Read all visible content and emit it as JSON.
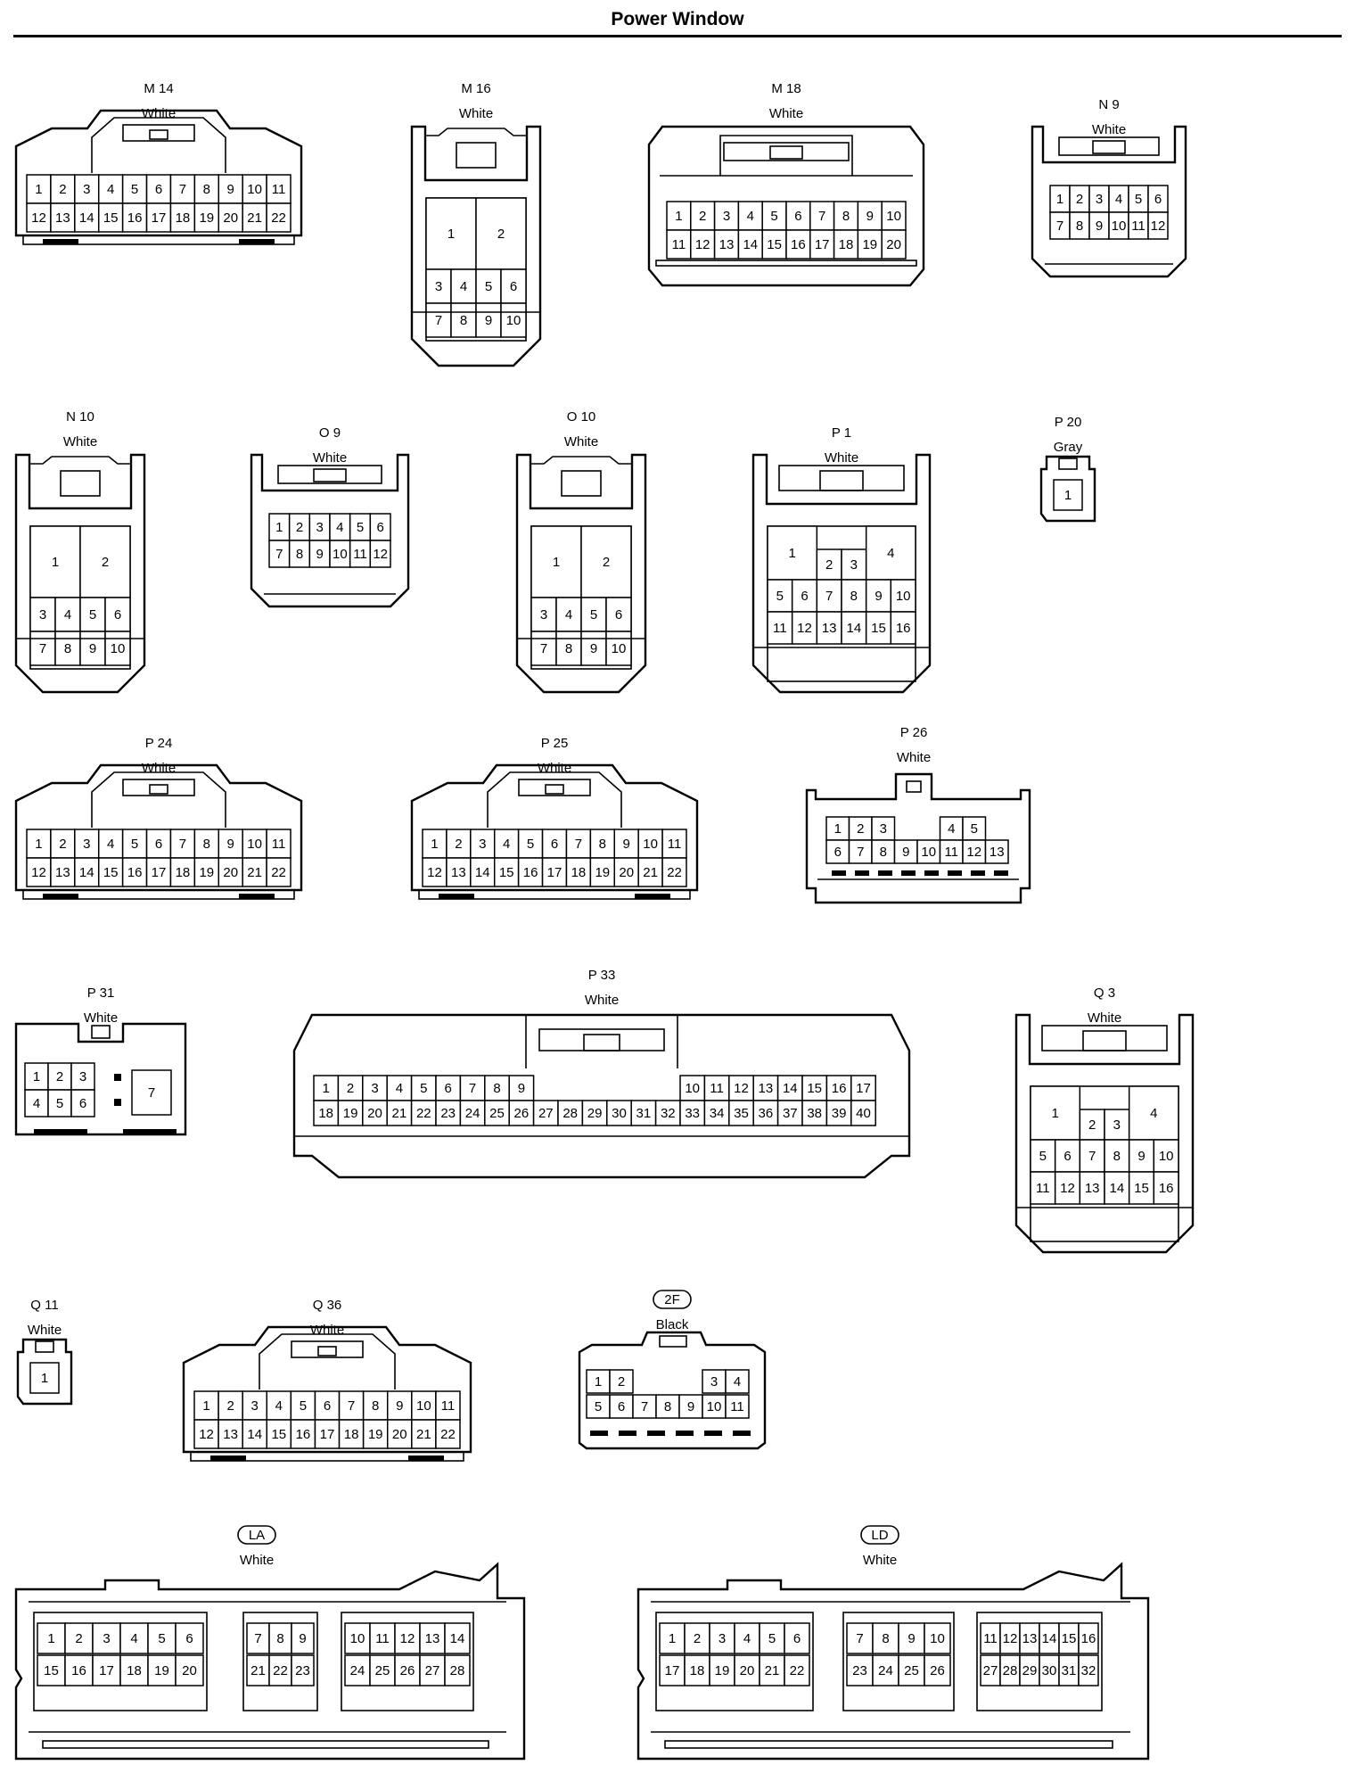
{
  "title": "Power Window",
  "connectors": [
    {
      "id": "M 14",
      "color": "White",
      "pins": [
        [
          "1",
          "2",
          "3",
          "4",
          "5",
          "6",
          "7",
          "8",
          "9",
          "10",
          "11"
        ],
        [
          "12",
          "13",
          "14",
          "15",
          "16",
          "17",
          "18",
          "19",
          "20",
          "21",
          "22"
        ]
      ]
    },
    {
      "id": "M 16",
      "color": "White",
      "pins": [
        [
          "1",
          "2"
        ],
        [
          "3",
          "4",
          "5",
          "6"
        ],
        [
          "7",
          "8",
          "9",
          "10"
        ]
      ]
    },
    {
      "id": "M 18",
      "color": "White",
      "pins": [
        [
          "1",
          "2",
          "3",
          "4",
          "5",
          "6",
          "7",
          "8",
          "9",
          "10"
        ],
        [
          "11",
          "12",
          "13",
          "14",
          "15",
          "16",
          "17",
          "18",
          "19",
          "20"
        ]
      ]
    },
    {
      "id": "N 9",
      "color": "White",
      "pins": [
        [
          "1",
          "2",
          "3",
          "4",
          "5",
          "6"
        ],
        [
          "7",
          "8",
          "9",
          "10",
          "11",
          "12"
        ]
      ]
    },
    {
      "id": "N 10",
      "color": "White",
      "pins": [
        [
          "1",
          "2"
        ],
        [
          "3",
          "4",
          "5",
          "6"
        ],
        [
          "7",
          "8",
          "9",
          "10"
        ]
      ]
    },
    {
      "id": "O 9",
      "color": "White",
      "pins": [
        [
          "1",
          "2",
          "3",
          "4",
          "5",
          "6"
        ],
        [
          "7",
          "8",
          "9",
          "10",
          "11",
          "12"
        ]
      ]
    },
    {
      "id": "O 10",
      "color": "White",
      "pins": [
        [
          "1",
          "2"
        ],
        [
          "3",
          "4",
          "5",
          "6"
        ],
        [
          "7",
          "8",
          "9",
          "10"
        ]
      ]
    },
    {
      "id": "P 1",
      "color": "White",
      "pins": [
        [
          "1",
          "2",
          "3",
          "4"
        ],
        [
          "5",
          "6",
          "7",
          "8",
          "9",
          "10"
        ],
        [
          "11",
          "12",
          "13",
          "14",
          "15",
          "16"
        ]
      ]
    },
    {
      "id": "P 20",
      "color": "Gray",
      "pins": [
        [
          "1"
        ]
      ]
    },
    {
      "id": "P 24",
      "color": "White",
      "pins": [
        [
          "1",
          "2",
          "3",
          "4",
          "5",
          "6",
          "7",
          "8",
          "9",
          "10",
          "11"
        ],
        [
          "12",
          "13",
          "14",
          "15",
          "16",
          "17",
          "18",
          "19",
          "20",
          "21",
          "22"
        ]
      ]
    },
    {
      "id": "P 25",
      "color": "White",
      "pins": [
        [
          "1",
          "2",
          "3",
          "4",
          "5",
          "6",
          "7",
          "8",
          "9",
          "10",
          "11"
        ],
        [
          "12",
          "13",
          "14",
          "15",
          "16",
          "17",
          "18",
          "19",
          "20",
          "21",
          "22"
        ]
      ]
    },
    {
      "id": "P 26",
      "color": "White",
      "pins": [
        [
          "1",
          "2",
          "3",
          "4",
          "5"
        ],
        [
          "6",
          "7",
          "8",
          "9",
          "10",
          "11",
          "12",
          "13"
        ]
      ]
    },
    {
      "id": "P 31",
      "color": "White",
      "pins": [
        [
          "1",
          "2",
          "3"
        ],
        [
          "4",
          "5",
          "6"
        ],
        [
          "7"
        ]
      ]
    },
    {
      "id": "P 33",
      "color": "White",
      "pins": [
        [
          "1",
          "2",
          "3",
          "4",
          "5",
          "6",
          "7",
          "8",
          "9",
          "10",
          "11",
          "12",
          "13",
          "14",
          "15",
          "16",
          "17"
        ],
        [
          "18",
          "19",
          "20",
          "21",
          "22",
          "23",
          "24",
          "25",
          "26",
          "27",
          "28",
          "29",
          "30",
          "31",
          "32",
          "33",
          "34",
          "35",
          "36",
          "37",
          "38",
          "39",
          "40"
        ]
      ]
    },
    {
      "id": "Q 3",
      "color": "White",
      "pins": [
        [
          "1",
          "2",
          "3",
          "4"
        ],
        [
          "5",
          "6",
          "7",
          "8",
          "9",
          "10"
        ],
        [
          "11",
          "12",
          "13",
          "14",
          "15",
          "16"
        ]
      ]
    },
    {
      "id": "Q 11",
      "color": "White",
      "pins": [
        [
          "1"
        ]
      ]
    },
    {
      "id": "Q 36",
      "color": "White",
      "pins": [
        [
          "1",
          "2",
          "3",
          "4",
          "5",
          "6",
          "7",
          "8",
          "9",
          "10",
          "11"
        ],
        [
          "12",
          "13",
          "14",
          "15",
          "16",
          "17",
          "18",
          "19",
          "20",
          "21",
          "22"
        ]
      ]
    },
    {
      "id": "2F",
      "color": "Black",
      "pins": [
        [
          "1",
          "2",
          "3",
          "4"
        ],
        [
          "5",
          "6",
          "7",
          "8",
          "9",
          "10",
          "11"
        ]
      ]
    },
    {
      "id": "LA",
      "color": "White",
      "pins": [
        [
          "1",
          "2",
          "3",
          "4",
          "5",
          "6"
        ],
        [
          "15",
          "16",
          "17",
          "18",
          "19",
          "20"
        ],
        [
          "7",
          "8",
          "9"
        ],
        [
          "21",
          "22",
          "23"
        ],
        [
          "10",
          "11",
          "12",
          "13",
          "14"
        ],
        [
          "24",
          "25",
          "26",
          "27",
          "28"
        ]
      ]
    },
    {
      "id": "LD",
      "color": "White",
      "pins": [
        [
          "1",
          "2",
          "3",
          "4",
          "5",
          "6"
        ],
        [
          "17",
          "18",
          "19",
          "20",
          "21",
          "22"
        ],
        [
          "7",
          "8",
          "9",
          "10"
        ],
        [
          "23",
          "24",
          "25",
          "26"
        ],
        [
          "11",
          "12",
          "13",
          "14",
          "15",
          "16"
        ],
        [
          "27",
          "28",
          "29",
          "30",
          "31",
          "32"
        ]
      ]
    }
  ]
}
